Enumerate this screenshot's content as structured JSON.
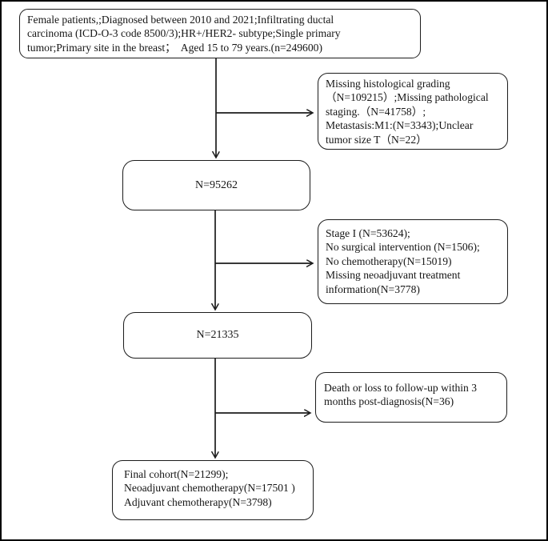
{
  "figure": {
    "type": "patient-selection-flowchart",
    "colors": {
      "background": "#ffffff",
      "line": "#1c1c1c",
      "text": "#151515",
      "outer_border": "#000000"
    }
  },
  "boxes": {
    "inclusion": {
      "lines": [
        "Female patients,;Diagnosed between 2010 and 2021;Infiltrating ductal",
        "carcinoma (ICD-O-3 code 8500/3);HR+/HER2- subtype;Single primary",
        "tumor;Primary site in the breast；  Aged 15 to 79 years.(n=249600)"
      ]
    },
    "exclusion1": {
      "lines": [
        "Missing histological grading",
        "（N=109215）;Missing pathological",
        "staging.（N=41758）;",
        "Metastasis:M1:(N=3343);Unclear",
        "tumor size T（N=22）"
      ]
    },
    "cohort1": {
      "label": "N=95262"
    },
    "exclusion2": {
      "lines": [
        "Stage I (N=53624);",
        "No surgical intervention (N=1506);",
        "No chemotherapy(N=15019)",
        "Missing neoadjuvant treatment",
        "information(N=3778)"
      ]
    },
    "cohort2": {
      "label": "N=21335"
    },
    "exclusion3": {
      "lines": [
        "Death or loss to follow-up within 3",
        "months post-diagnosis(N=36)"
      ]
    },
    "final": {
      "lines": [
        "Final cohort(N=21299);",
        "Neoadjuvant chemotherapy(N=17501 )",
        "Adjuvant chemotherapy(N=3798)"
      ]
    }
  }
}
